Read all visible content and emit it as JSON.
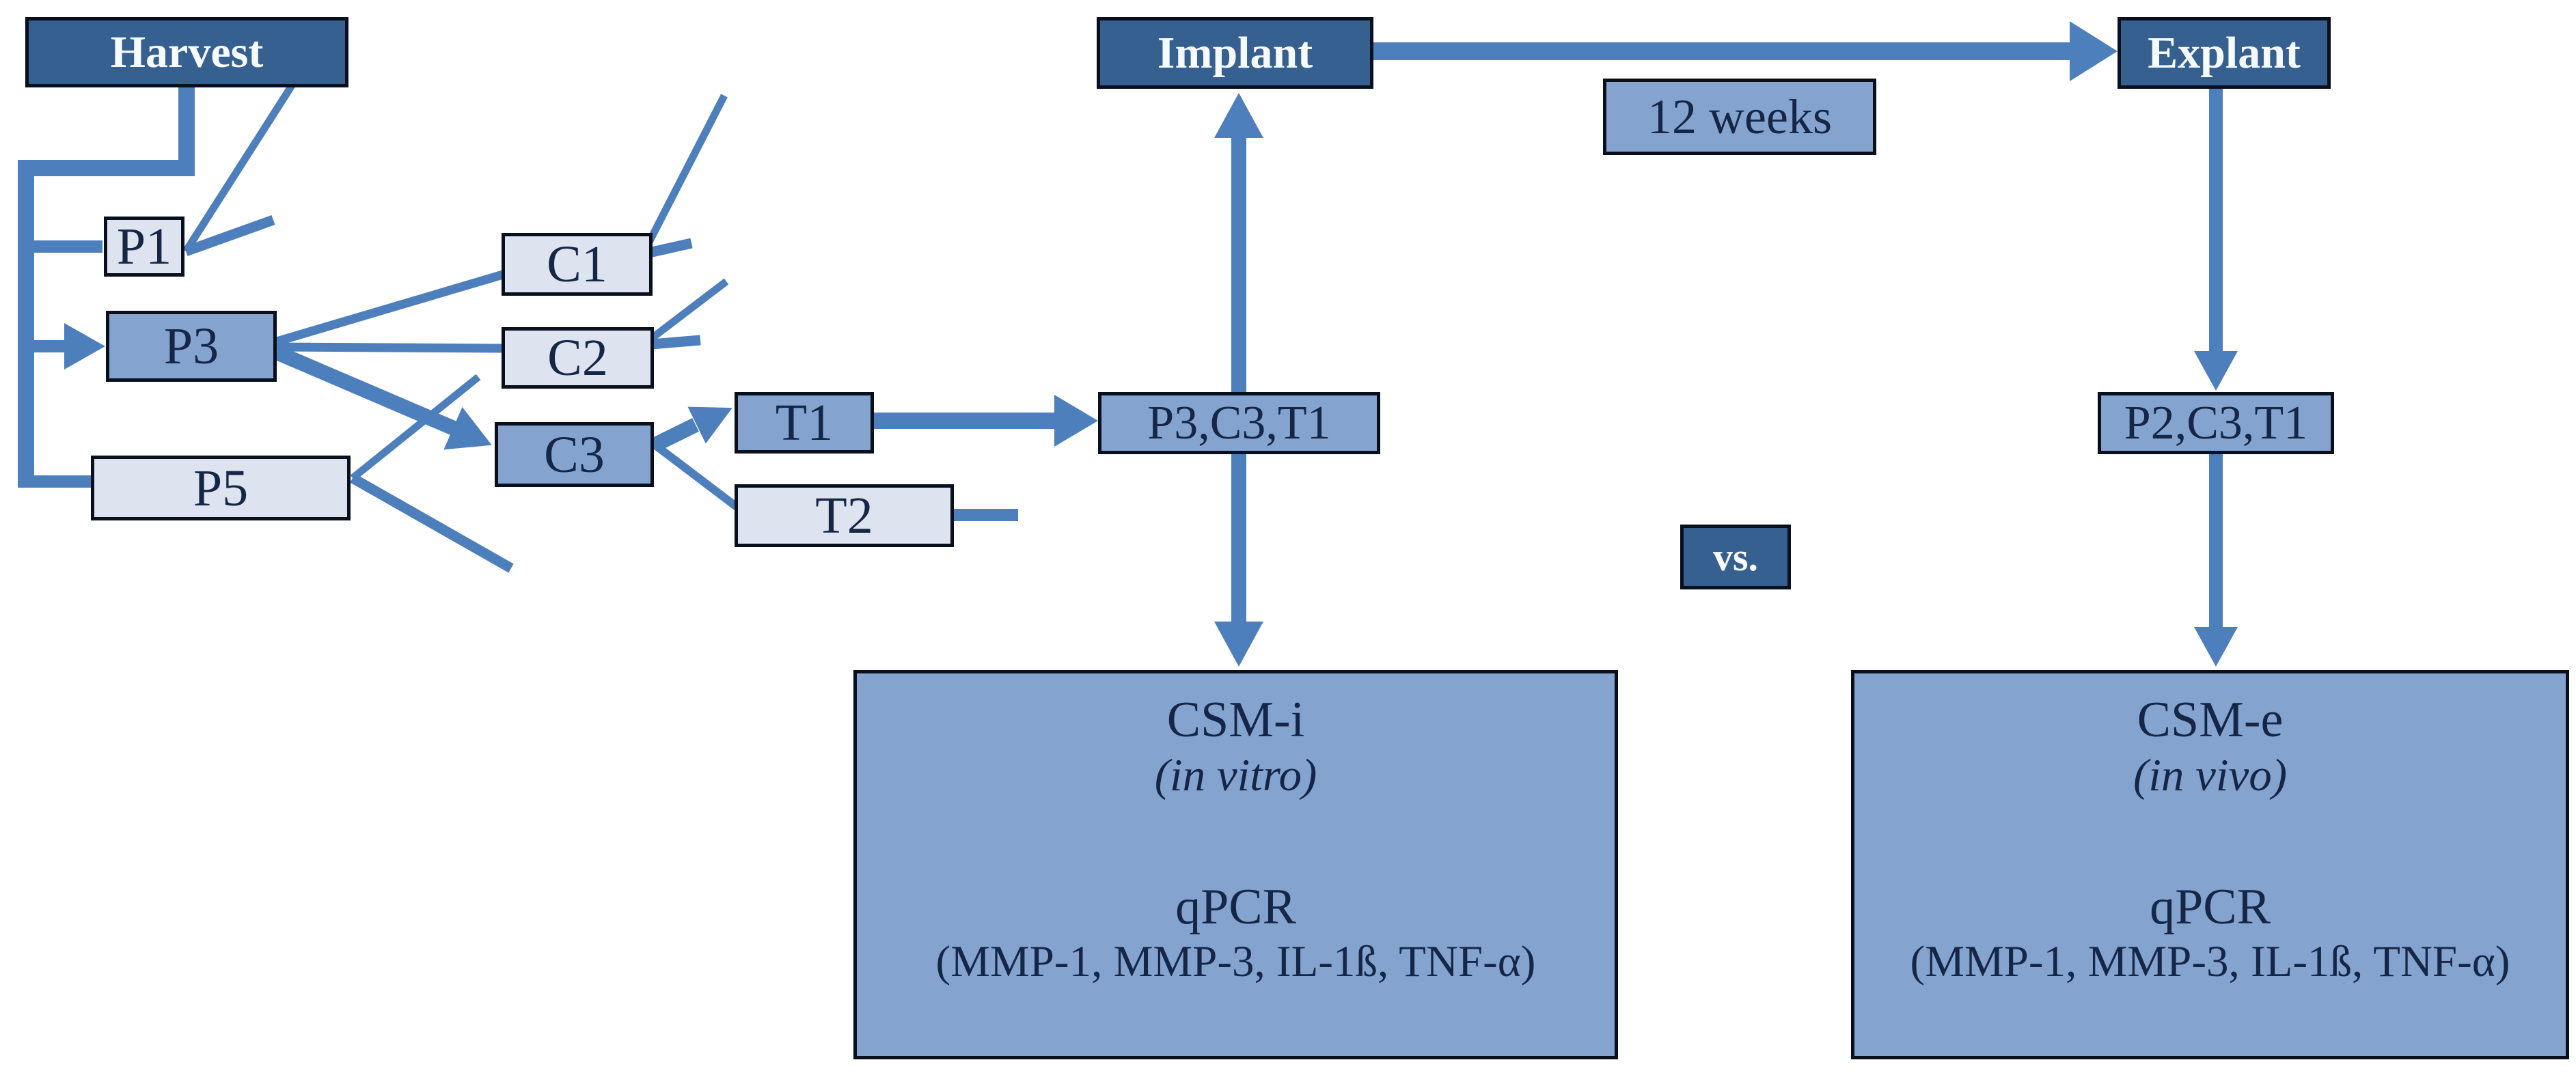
{
  "figure": {
    "boxes": {
      "harvest": "Harvest",
      "implant": "Implant",
      "explant": "Explant",
      "duration": "12 weeks",
      "vs": "vs.",
      "p1": "P1",
      "p3": "P3",
      "p5": "P5",
      "c1": "C1",
      "c2": "C2",
      "c3": "C3",
      "t1": "T1",
      "t2": "T2",
      "implant_group": "P3,C3,T1",
      "explant_group": "P2,C3,T1"
    },
    "csm_i": {
      "title": "CSM-i",
      "condition": "(in vitro)",
      "assay": "qPCR",
      "genes": "(MMP-1, MMP-3, IL-1ß, TNF-α)"
    },
    "csm_e": {
      "title": "CSM-e",
      "condition": "(in vivo)",
      "assay": "qPCR",
      "genes": "(MMP-1, MMP-3, IL-1ß, TNF-α)"
    },
    "colors": {
      "dark_box": "#35608f",
      "medium_box": "#84a4cf",
      "light_box": "#dde4f0",
      "arrow": "#4d7fbd",
      "text_dark": "#152647",
      "text_light": "#f7fafd",
      "border": "#0a0f1e"
    }
  }
}
